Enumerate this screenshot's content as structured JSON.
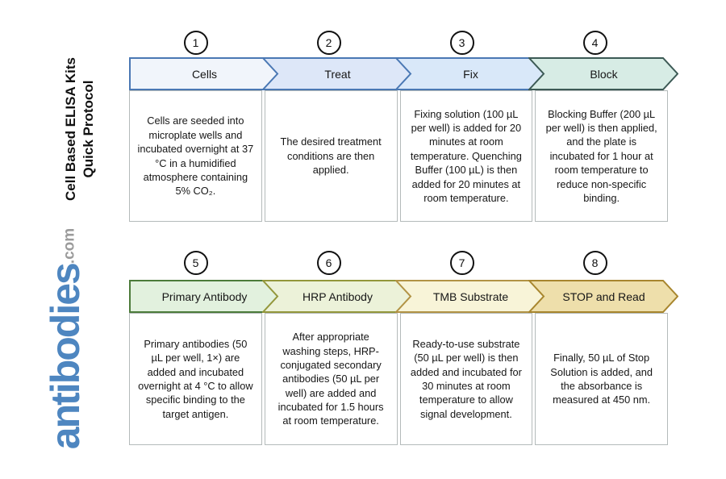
{
  "sidebar": {
    "title_line1": "Cell Based ELISA Kits",
    "title_line2": "Quick Protocol",
    "logo_text": "antibodies",
    "logo_suffix": ".com",
    "logo_color": "#4e86c0",
    "logo_suffix_color": "#9b9b9b"
  },
  "steps": [
    {
      "number": "1",
      "label": "Cells",
      "description": "Cells are seeded into microplate wells and incubated overnight at 37 °C in a humidified atmosphere containing 5% CO₂.",
      "colors": {
        "fill": "#f1f5fb",
        "border": "#4a78b4"
      }
    },
    {
      "number": "2",
      "label": "Treat",
      "description": "The desired treatment conditions are then applied.",
      "colors": {
        "fill": "#dde7f8",
        "border": "#4a78b4"
      }
    },
    {
      "number": "3",
      "label": "Fix",
      "description": "Fixing solution (100 µL per well) is added for 20 minutes at room temperature. Quenching Buffer (100 µL) is then added for 20 minutes at room temperature.",
      "colors": {
        "fill": "#d9e8f9",
        "border": "#4a78b4"
      }
    },
    {
      "number": "4",
      "label": "Block",
      "description": "Blocking Buffer (200 µL per well) is then applied, and the plate is incubated for 1 hour at room temperature to reduce non-specific binding.",
      "colors": {
        "fill": "#d7ece5",
        "border": "#3c5a55"
      }
    },
    {
      "number": "5",
      "label": "Primary Antibody",
      "description": "Primary antibodies (50 µL per well, 1×) are added and incubated overnight at 4 °C to allow specific binding to the target antigen.",
      "colors": {
        "fill": "#e2f1de",
        "border": "#4c7b3a"
      }
    },
    {
      "number": "6",
      "label": "HRP Antibody",
      "description": "After appropriate washing steps, HRP-conjugated secondary antibodies (50 µL per well) are added and incubated for 1.5 hours at room temperature.",
      "colors": {
        "fill": "#ecf2d9",
        "border": "#93973b"
      }
    },
    {
      "number": "7",
      "label": "TMB Substrate",
      "description": "Ready-to-use substrate (50 µL per well) is then added and incubated for 30 minutes at room temperature to allow signal development.",
      "colors": {
        "fill": "#f8f4d8",
        "border": "#b29345"
      }
    },
    {
      "number": "8",
      "label": "STOP and Read",
      "description": "Finally, 50 µL of Stop Solution is added, and the absorbance is measured at 450 nm.",
      "colors": {
        "fill": "#eedfab",
        "border": "#a8862e"
      }
    }
  ]
}
